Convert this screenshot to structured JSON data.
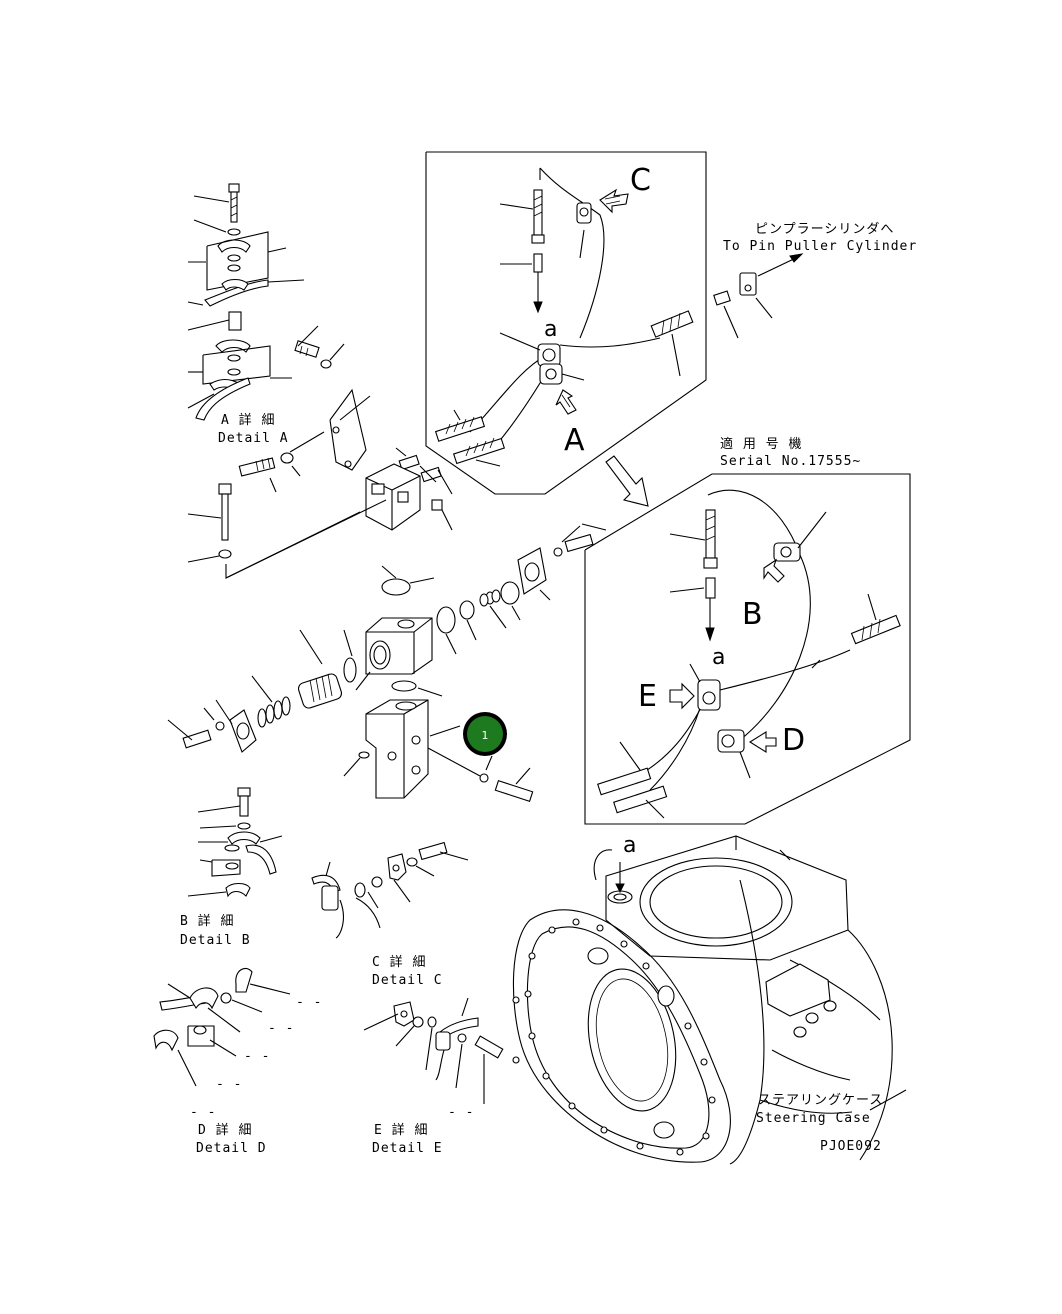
{
  "diagram": {
    "code": "PJOE092",
    "pin_puller": {
      "jp": "ピンプラーシリンダへ",
      "en": "To Pin Puller Cylinder"
    },
    "serial": {
      "jp": "適 用 号 機",
      "en": "Serial No.17555~"
    },
    "steering_case": {
      "jp": "ステアリングケース",
      "en": "Steering Case"
    },
    "details": {
      "a": {
        "jp": "A 詳 細",
        "en": "Detail A"
      },
      "b": {
        "jp": "B 詳 細",
        "en": "Detail B"
      },
      "c": {
        "jp": "C 詳 細",
        "en": "Detail C"
      },
      "d": {
        "jp": "D 詳 細",
        "en": "Detail D"
      },
      "e": {
        "jp": "E 詳 細",
        "en": "Detail E"
      }
    },
    "view_letters": {
      "A": "A",
      "B": "B",
      "C": "C",
      "D": "D",
      "E": "E",
      "a1": "a",
      "a2": "a",
      "a3": "a"
    },
    "callout": {
      "number": "1",
      "color": "#1e7a1e"
    },
    "dash_marks": "- -"
  }
}
